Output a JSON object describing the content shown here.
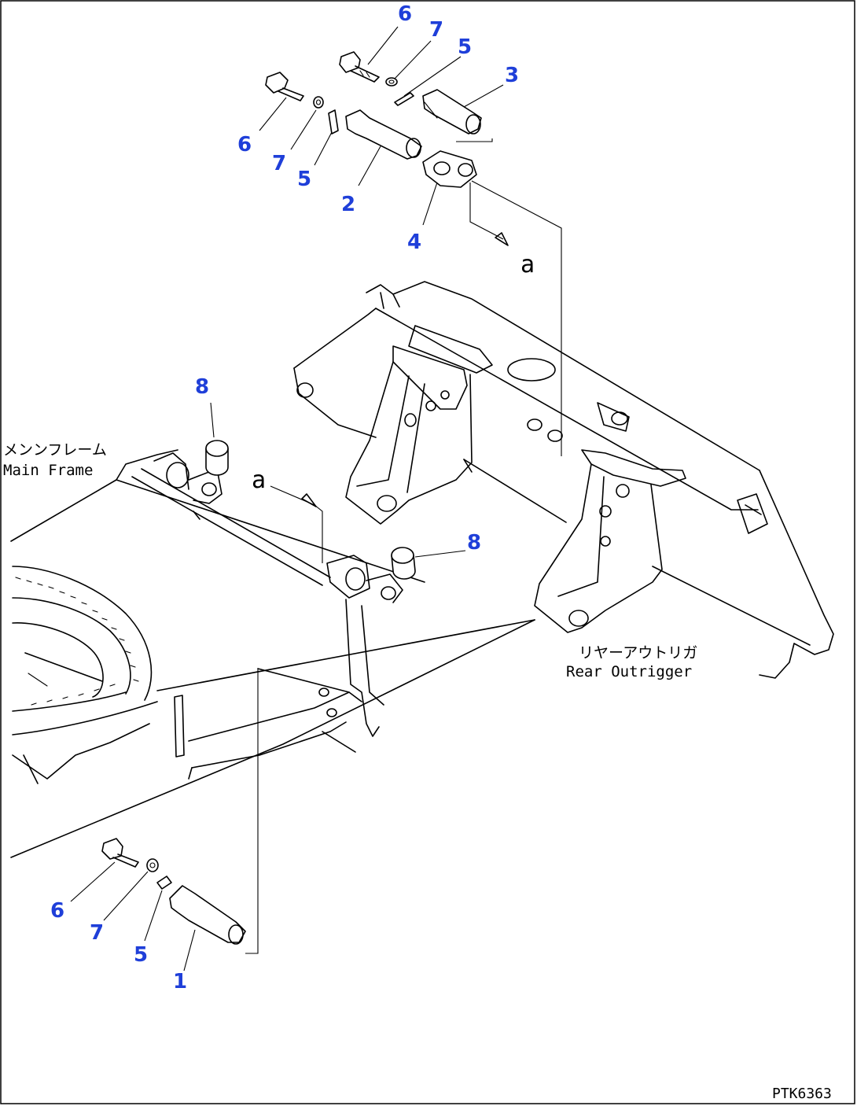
{
  "labels": {
    "main_frame_jp": "メンンフレーム",
    "main_frame_en": "Main Frame",
    "rear_outrigger_jp": "リヤーアウトリガ",
    "rear_outrigger_en": "Rear Outrigger"
  },
  "view_marks": {
    "top": "a",
    "left": "a"
  },
  "callouts": {
    "top_6": "6",
    "top_7": "7",
    "top_5": "5",
    "top_3": "3",
    "left_6": "6",
    "left_7": "7",
    "left_5": "5",
    "top_2": "2",
    "top_4": "4",
    "upper_8": "8",
    "lower_8": "8",
    "bottom_6": "6",
    "bottom_7": "7",
    "bottom_5": "5",
    "bottom_1": "1"
  },
  "figure_ref": "PTK6363",
  "colors": {
    "callout": "#1f3fd9",
    "line": "#000000",
    "background": "#ffffff"
  }
}
